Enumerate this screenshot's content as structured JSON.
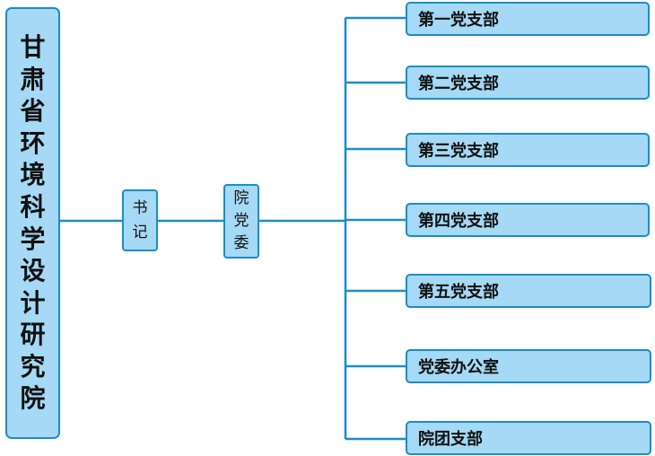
{
  "organization": "甘肃省环境科学设计研究院",
  "secretary": "书记",
  "committee": "院党委",
  "branches": [
    "第一党支部",
    "第二党支部",
    "第三党支部",
    "第四党支部",
    "第五党支部",
    "党委办公室",
    "院团支部"
  ],
  "colors": {
    "box_fill": "#a5d9f5",
    "border": "#1a8dc8",
    "line": "#1a8dc8",
    "text": "#111111"
  }
}
